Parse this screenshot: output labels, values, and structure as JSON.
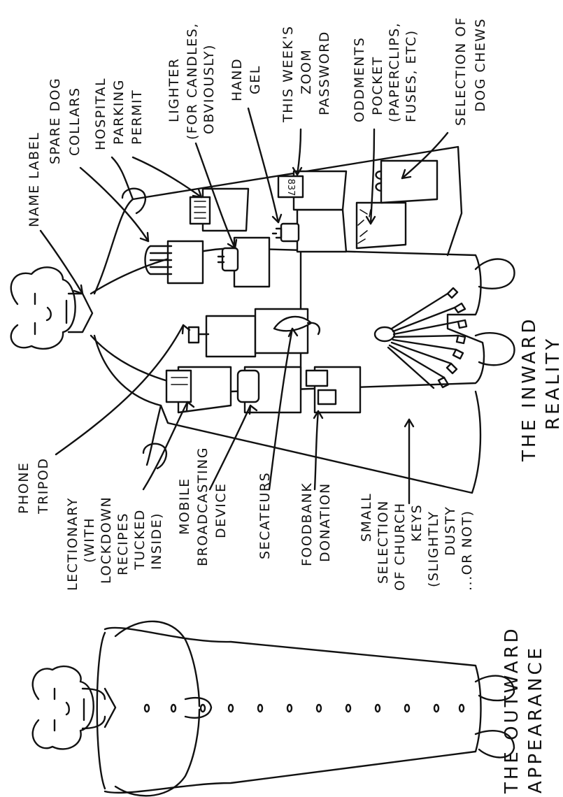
{
  "outward": {
    "caption": [
      "THE OUTWARD",
      "APPEARANCE"
    ]
  },
  "inward": {
    "caption": [
      "THE INWARD",
      "REALITY"
    ]
  },
  "labels": {
    "name_label": [
      "NAME LABEL"
    ],
    "spare_dog_collars": [
      "SPARE DOG",
      "COLLARS"
    ],
    "hospital_parking_permit": [
      "HOSPITAL",
      "PARKING",
      "PERMIT"
    ],
    "lighter": [
      "LIGHTER",
      "(FOR CANDLES,",
      "OBVIOUSLY)"
    ],
    "hand_gel": [
      "HAND",
      "GEL"
    ],
    "zoom_password": [
      "THIS WEEK'S",
      "ZOOM",
      "PASSWORD"
    ],
    "oddments_pocket": [
      "ODDMENTS",
      "POCKET",
      "(PAPERCLIPS,",
      "FUSES, ETC)"
    ],
    "dog_chews": [
      "SELECTION OF",
      "DOG CHEWS"
    ],
    "phone_tripod": [
      "PHONE",
      "TRIPOD"
    ],
    "lectionary": [
      "LECTIONARY",
      "(WITH",
      "LOCKDOWN",
      "RECIPES",
      "TUCKED",
      "INSIDE)"
    ],
    "mobile_broadcasting": [
      "MOBILE",
      "BROADCASTING",
      "DEVICE"
    ],
    "secateurs": [
      "SECATEURS"
    ],
    "foodbank": [
      "FOODBANK",
      "DONATION"
    ],
    "church_keys": [
      "SMALL",
      "SELECTION",
      "OF CHURCH",
      "KEYS",
      "(SLIGHTLY",
      "DUSTY",
      "...OR NOT)"
    ]
  },
  "zoom_note_number": "837"
}
